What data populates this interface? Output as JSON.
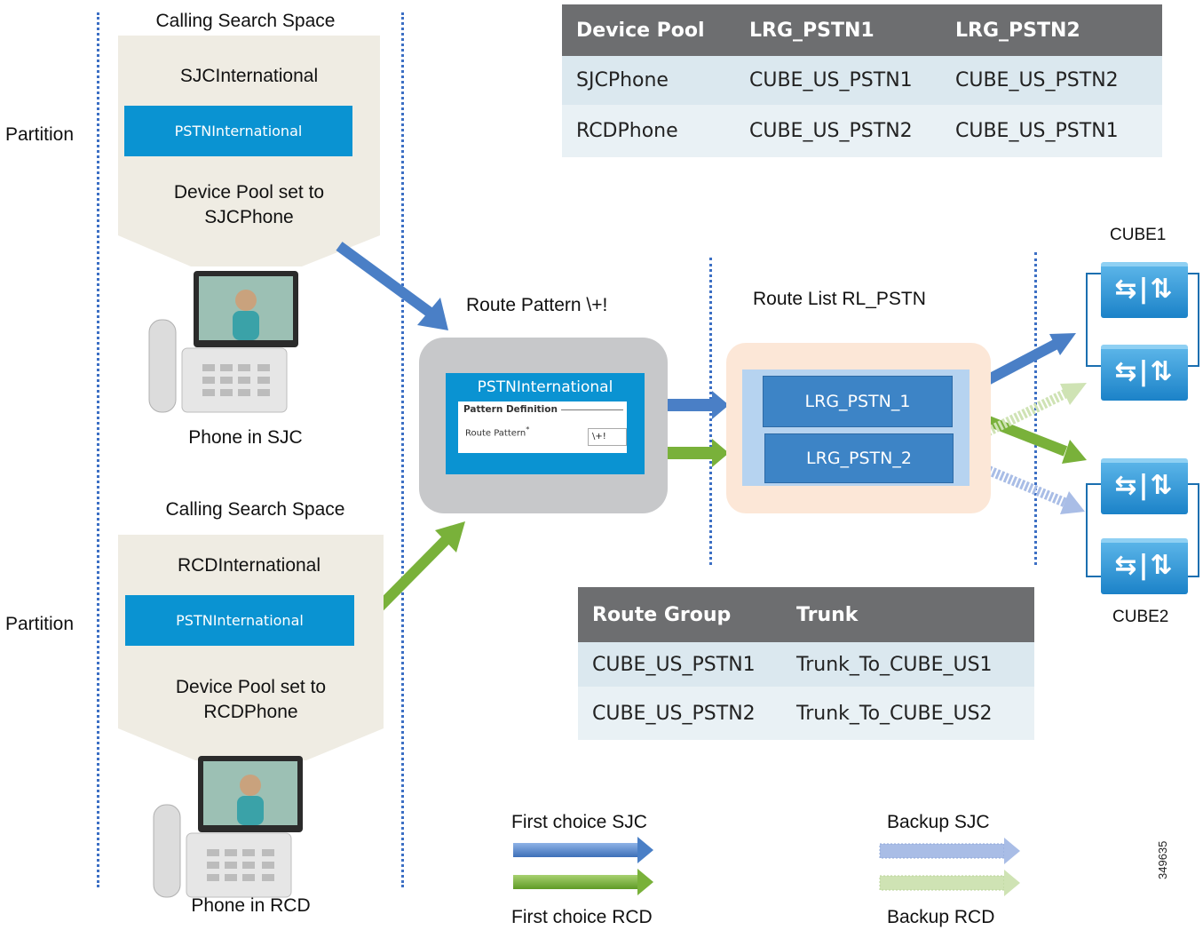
{
  "left_top": {
    "css_title": "Calling Search Space",
    "css_name": "SJCInternational",
    "partition_label": "Partition",
    "partition_name": "PSTNInternational",
    "device_pool_line1": "Device Pool set to",
    "device_pool_line2": "SJCPhone",
    "phone_caption": "Phone in SJC"
  },
  "left_bottom": {
    "css_title": "Calling Search Space",
    "css_name": "RCDInternational",
    "partition_label": "Partition",
    "partition_name": "PSTNInternational",
    "device_pool_line1": "Device Pool set to",
    "device_pool_line2": "RCDPhone",
    "phone_caption": "Phone in RCD"
  },
  "device_pool_table": {
    "headers": [
      "Device Pool",
      "LRG_PSTN1",
      "LRG_PSTN2"
    ],
    "rows": [
      [
        "SJCPhone",
        "CUBE_US_PSTN1",
        "CUBE_US_PSTN2"
      ],
      [
        "RCDPhone",
        "CUBE_US_PSTN2",
        "CUBE_US_PSTN1"
      ]
    ]
  },
  "route_pattern": {
    "title": "Route Pattern \\+!",
    "partition_name": "PSTNInternational",
    "form_section": "Pattern Definition",
    "form_label": "Route Pattern",
    "form_value": "\\+!"
  },
  "route_list": {
    "title": "Route List RL_PSTN",
    "lrg1": "LRG_PSTN_1",
    "lrg2": "LRG_PSTN_2"
  },
  "cubes": {
    "cube1_label": "CUBE1",
    "cube2_label": "CUBE2"
  },
  "route_group_table": {
    "headers": [
      "Route Group",
      "Trunk"
    ],
    "rows": [
      [
        "CUBE_US_PSTN1",
        "Trunk_To_CUBE_US1"
      ],
      [
        "CUBE_US_PSTN2",
        "Trunk_To_CUBE_US2"
      ]
    ]
  },
  "legend": {
    "first_sjc": "First choice SJC",
    "first_rcd": "First choice RCD",
    "backup_sjc": "Backup SJC",
    "backup_rcd": "Backup RCD"
  },
  "figure_id": "349635",
  "colors": {
    "sjc_arrow": "#4a7fc6",
    "rcd_arrow": "#79b13a",
    "backup_sjc": "#a9bde6",
    "backup_rcd": "#cfe3b4",
    "partition_blue": "#0a93d2",
    "table_header": "#6d6e70"
  }
}
